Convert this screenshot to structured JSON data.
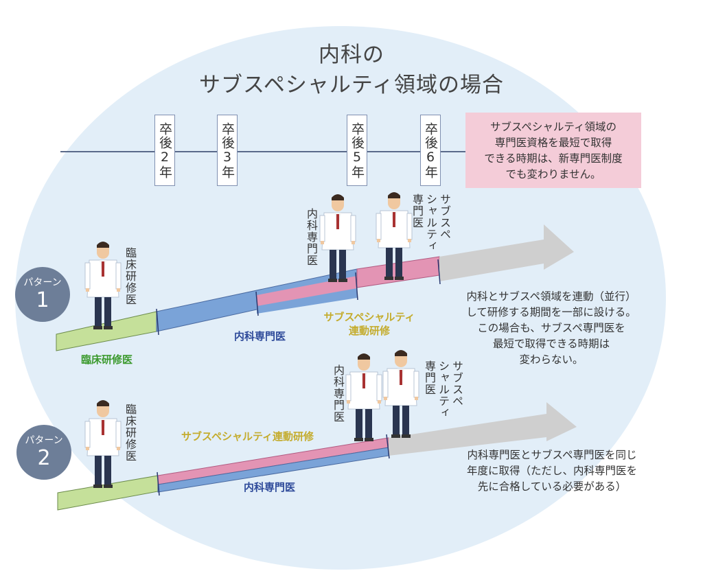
{
  "title": {
    "line1": "内科の",
    "line2": "サブスペシャルティ領域の場合"
  },
  "timeline": {
    "years": [
      "卒後2年",
      "卒後3年",
      "卒後5年",
      "卒後6年"
    ],
    "note_lines": [
      "サブスペシャルティ領域の",
      "専門医資格を最短で取得",
      "できる時期は、新専門医制度",
      "でも変わりません。"
    ]
  },
  "pattern1": {
    "badge_label": "パターン",
    "badge_num": "1",
    "doctor_resident_label": "臨床研修医",
    "doctor_internist_label": "内科専門医",
    "doctor_subspec_label_col1": "サブスペ",
    "doctor_subspec_label_col2": "シャルティ",
    "doctor_subspec_label_col3": "専門医",
    "segment_resident": "臨床研修医",
    "segment_internal": "内科専門医",
    "segment_linked_line1": "サブスペシャルティ",
    "segment_linked_line2": "連動研修",
    "desc_lines": [
      "内科とサブスペ領域を連動（並行）",
      "して研修する期間を一部に設ける。",
      "この場合も、サブスペ専門医を",
      "最短で取得できる時期は",
      "変わらない。"
    ]
  },
  "pattern2": {
    "badge_label": "パターン",
    "badge_num": "2",
    "doctor_resident_label": "臨床研修医",
    "doctor_internist_label": "内科専門医",
    "doctor_subspec_label_col1": "サブスペ",
    "doctor_subspec_label_col2": "シャルティ",
    "doctor_subspec_label_col3": "専門医",
    "segment_linked": "サブスペシャルティ連動研修",
    "segment_internal": "内科専門医",
    "desc_lines": [
      "内科専門医とサブスペ専門医を同じ",
      "年度に取得（ただし、内科専門医を",
      "先に合格している必要がある）"
    ]
  },
  "colors": {
    "background_ellipse": "#e2eef8",
    "resident_bar": "#c5e09a",
    "internal_bar": "#7aa3d8",
    "linked_bar": "#e394b4",
    "future_arrow": "#cfcfcf",
    "badge": "#6d7e98",
    "note_box": "#f4ccd8"
  }
}
